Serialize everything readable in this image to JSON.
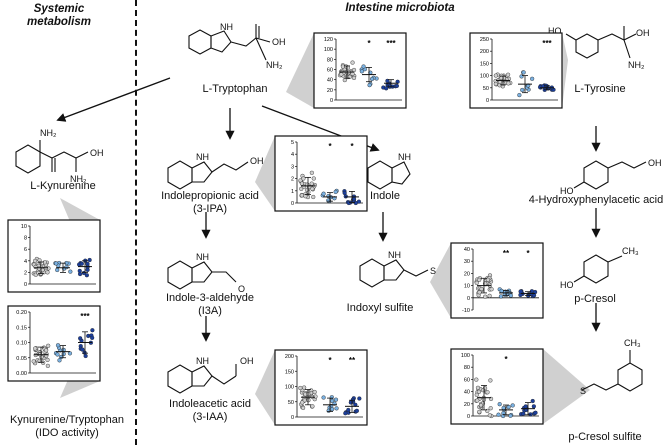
{
  "headers": {
    "systemic": "Systemic\nmetabolism",
    "microbiota": "Intestine microbiota"
  },
  "labels": {
    "tryptophan": "L-Tryptophan",
    "tyrosine": "L-Tyrosine",
    "kynurenine": "L-Kynurenine",
    "ido": "Kynurenine/Tryptophan\n(IDO activity)",
    "ipa": "Indolepropionic acid\n(3-IPA)",
    "indole": "Indole",
    "i3a": "Indole-3-aldehyde\n(I3A)",
    "iaa": "Indoleacetic acid\n(3-IAA)",
    "indoxyl": "Indoxyl sulfite",
    "hpaa": "4-Hydroxyphenylacetic acid",
    "pcresol": "p-Cresol",
    "pcs": "p-Cresol sulfite"
  },
  "atoms": {
    "nh": "NH",
    "nh2": "NH₂",
    "oh": "OH",
    "ho": "HO",
    "o": "O",
    "ch3": "CH₃",
    "s": "S"
  },
  "charts": [
    {
      "id": "trp",
      "ticks": [
        "0",
        "20",
        "40",
        "60",
        "80",
        "100",
        "120"
      ],
      "ylim": [
        0,
        120
      ],
      "means": [
        55,
        50,
        33
      ],
      "err": [
        12,
        14,
        7
      ],
      "sig": [
        "",
        "*",
        "***"
      ],
      "n": [
        30,
        10,
        12
      ]
    },
    {
      "id": "tyr",
      "ticks": [
        "0",
        "50",
        "100",
        "150",
        "200",
        "250"
      ],
      "ylim": [
        0,
        250
      ],
      "means": [
        80,
        65,
        50
      ],
      "err": [
        18,
        35,
        8
      ],
      "sig": [
        "",
        "",
        "***"
      ],
      "n": [
        30,
        10,
        12
      ]
    },
    {
      "id": "ipa",
      "ticks": [
        "0",
        "1",
        "2",
        "3",
        "4",
        "5"
      ],
      "ylim": [
        0,
        5
      ],
      "means": [
        1.4,
        0.5,
        0.5
      ],
      "err": [
        0.7,
        0.35,
        0.45
      ],
      "sig": [
        "",
        "*",
        "*"
      ],
      "n": [
        30,
        10,
        12
      ]
    },
    {
      "id": "kyn",
      "ticks": [
        "0",
        "2",
        "4",
        "6",
        "8",
        "10"
      ],
      "ylim": [
        0,
        10
      ],
      "means": [
        2.8,
        2.8,
        3.0
      ],
      "err": [
        1.0,
        0.8,
        1.0
      ],
      "sig": [
        "",
        "",
        ""
      ],
      "n": [
        30,
        10,
        12
      ]
    },
    {
      "id": "ido",
      "ticks": [
        "0.00",
        "0.05",
        "0.10",
        "0.15",
        "0.20"
      ],
      "ylim": [
        0,
        0.2
      ],
      "means": [
        0.06,
        0.07,
        0.1
      ],
      "err": [
        0.025,
        0.02,
        0.035
      ],
      "sig": [
        "",
        "",
        "***"
      ],
      "n": [
        30,
        10,
        12
      ]
    },
    {
      "id": "indoxyl",
      "ticks": [
        "-10",
        "0",
        "10",
        "20",
        "30",
        "40"
      ],
      "ylim": [
        -10,
        40
      ],
      "means": [
        10,
        4,
        3.5
      ],
      "err": [
        6,
        2,
        1.5
      ],
      "sig": [
        "",
        "**",
        "*"
      ],
      "n": [
        30,
        10,
        12
      ]
    },
    {
      "id": "iaa",
      "ticks": [
        "0",
        "50",
        "100",
        "150",
        "200"
      ],
      "ylim": [
        0,
        200
      ],
      "means": [
        65,
        40,
        35
      ],
      "err": [
        25,
        22,
        20
      ],
      "sig": [
        "",
        "*",
        "**"
      ],
      "n": [
        30,
        10,
        12
      ]
    },
    {
      "id": "pcs",
      "ticks": [
        "0",
        "20",
        "40",
        "60",
        "80",
        "100"
      ],
      "ylim": [
        0,
        100
      ],
      "means": [
        30,
        10,
        12
      ],
      "err": [
        20,
        8,
        10
      ],
      "sig": [
        "",
        "*",
        ""
      ],
      "n": [
        30,
        10,
        12
      ]
    }
  ],
  "colors": {
    "g1": "#cfcfcf",
    "g2": "#7ab0e0",
    "g3": "#1c3f9c",
    "magnifier": "#d0d0d0"
  }
}
